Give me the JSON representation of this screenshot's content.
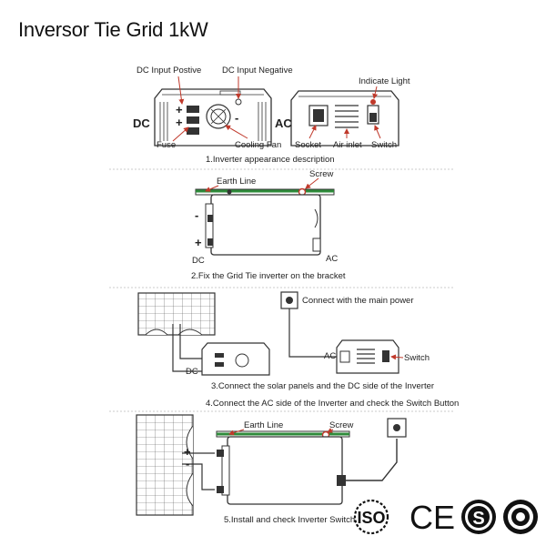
{
  "title": "Inversor Tie Grid 1kW",
  "step1": {
    "label_dc_positive": "DC Input Postive",
    "label_dc_negative": "DC Input Negative",
    "label_indicate_light": "Indicate Light",
    "label_dc": "DC",
    "label_ac": "AC",
    "label_fuse": "Fuse",
    "label_cooling_fan": "Cooling Fan",
    "label_socket": "Socket",
    "label_air_inlet": "Air inlet",
    "label_switch": "Switch",
    "caption": "1.Inverter appearance description"
  },
  "step2": {
    "label_earth_line": "Earth Line",
    "label_screw": "Screw",
    "label_minus": "-",
    "label_plus": "+",
    "label_dc": "DC",
    "label_ac": "AC",
    "caption": "2.Fix the Grid Tie inverter on the bracket"
  },
  "step3": {
    "label_main_power": "Connect with the main power",
    "label_switch": "Switch",
    "label_dc": "DC",
    "label_ac": "AC",
    "caption": "3.Connect the solar panels and the DC side of the Inverter"
  },
  "step4": {
    "caption": "4.Connect the AC side of the Inverter and check the Switch Button"
  },
  "step5": {
    "label_earth_line": "Earth Line",
    "label_screw": "Screw",
    "caption": "5.Install and check Inverter Switch"
  },
  "certifications": {
    "iso": "ISO",
    "ce": "CE"
  },
  "colors": {
    "earth_line": "#2e8b3a",
    "arrow": "#c0392b",
    "line": "#333333"
  }
}
